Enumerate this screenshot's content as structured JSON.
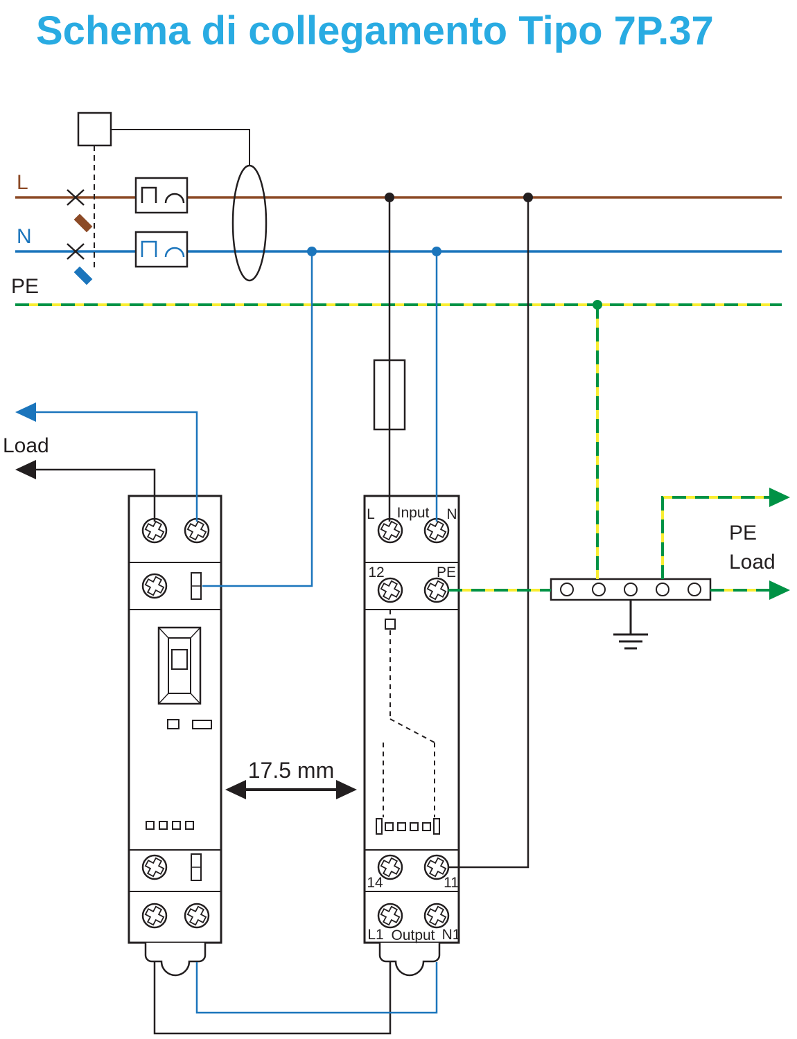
{
  "title": "Schema di collegamento Tipo 7P.37",
  "colors": {
    "title_cyan": "#29abe2",
    "line_l_brown": "#8c4a26",
    "line_n_blue": "#1b75bc",
    "pe_green": "#009245",
    "pe_yellow": "#f9ed32",
    "wire_black": "#231f20",
    "background": "#ffffff"
  },
  "bus": {
    "l_label": "L",
    "n_label": "N",
    "pe_label": "PE"
  },
  "annotations": {
    "load_left": "Load",
    "pe_right": "PE",
    "load_right": "Load",
    "module_width": "17.5 mm"
  },
  "surge_protector": {
    "terminal_l": "L",
    "input_label": "Input",
    "terminal_n": "N",
    "terminal_12": "12",
    "terminal_pe": "PE",
    "terminal_14": "14",
    "terminal_11": "11",
    "terminal_l1": "L1",
    "output_label": "Output",
    "terminal_n1": "N1"
  }
}
